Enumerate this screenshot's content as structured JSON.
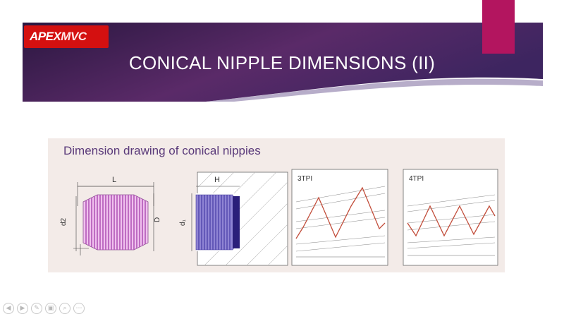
{
  "slide": {
    "title": "CONICAL NIPPLE DIMENSIONS (II)",
    "logo": {
      "text_main": "APEX",
      "text_sub": "MVC"
    },
    "figure": {
      "caption": "Dimension drawing of conical nippies",
      "labels": {
        "length": "L",
        "height": "H",
        "d2": "d2",
        "D": "D",
        "d1": "d₁",
        "tpi3": "3TPI",
        "tpi4": "4TPI"
      }
    }
  },
  "colors": {
    "banner": "#3b1d55",
    "accent": "#b3155f",
    "logo": "#d41010",
    "thread": "#c274c6",
    "nut": "#5a47b5"
  },
  "nav": {
    "buttons": [
      {
        "icon": "prev-icon",
        "glyph": "◀"
      },
      {
        "icon": "next-icon",
        "glyph": "▶"
      },
      {
        "icon": "pen-icon",
        "glyph": "✎"
      },
      {
        "icon": "slides-icon",
        "glyph": "▣"
      },
      {
        "icon": "zoom-icon",
        "glyph": "⌕"
      },
      {
        "icon": "more-icon",
        "glyph": "⋯"
      }
    ]
  }
}
